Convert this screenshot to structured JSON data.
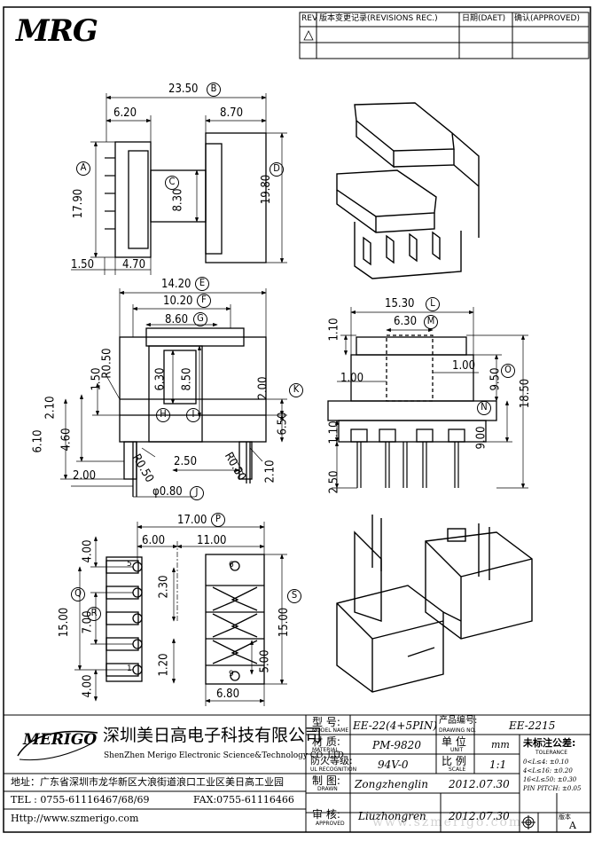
{
  "logo": {
    "text": "MRG"
  },
  "revision_block": {
    "rev_label": "REV",
    "record_label": "版本变更记录(REVISIONS REC.)",
    "date_label": "日期(DAET)",
    "approved_label": "确认(APPROVED)"
  },
  "dims": {
    "top": [
      "23.50",
      "6.20",
      "8.70",
      "17.90",
      "8.30",
      "19.80",
      "1.50",
      "4.70"
    ],
    "front": [
      "14.20",
      "10.20",
      "8.60",
      "R0.50",
      "1.50",
      "6.30",
      "8.50",
      "2.00",
      "2.10",
      "6.50",
      "4.60",
      "6.10",
      "2.00",
      "R0.50",
      "2.50",
      "R0.30",
      "2.10",
      "φ0.80"
    ],
    "side": [
      "15.30",
      "6.30",
      "1.10",
      "1.00",
      "1.00",
      "9.50",
      "18.50",
      "1.10",
      "9.00",
      "2.50"
    ],
    "bottom": [
      "17.00",
      "6.00",
      "11.00",
      "4.00",
      "2.30",
      "15.00",
      "7.00",
      "15.00",
      "1.20",
      "5.00",
      "4.00",
      "6.80"
    ]
  },
  "markers": [
    "B",
    "A",
    "C",
    "D",
    "E",
    "F",
    "G",
    "H",
    "I",
    "J",
    "K",
    "L",
    "M",
    "N",
    "O",
    "P",
    "Q",
    "R",
    "S"
  ],
  "pin_numbers": [
    "5",
    "1",
    "6",
    "9"
  ],
  "company": {
    "logo": "MERIGO",
    "name_cn": "深圳美日高电子科技有限公司",
    "name_en": "ShenZhen Merigo Electronic Science&Technology CO.,LTD",
    "address": "地址：广东省深圳市龙华新区大浪街道浪口工业区美日高工业园",
    "tel": "TEL : 0755-61116467/68/69",
    "fax": "FAX:0755-61116466",
    "web": "Http://www.szmerigo.com"
  },
  "title_block": {
    "model_cn": "型 号:",
    "model_en": "MODEL NAME",
    "model_value": "EE-22(4+5PIN)",
    "drawing_no_cn": "产品编号:",
    "drawing_no_en": "DRAWING NO.",
    "drawing_no_value": "EE-2215",
    "material_cn": "材 质:",
    "material_en": "MATERIAL",
    "material_value": "PM-9820",
    "unit_cn": "单 位",
    "unit_en": "UNIT",
    "unit_value": "mm",
    "fire_cn": "防火等级:",
    "fire_en": "UL RECOGNITION",
    "fire_value": "94V-0",
    "scale_cn": "比 例",
    "scale_en": "SCALE",
    "scale_value": "1:1",
    "drawn_cn": "制 图:",
    "drawn_en": "DRAWN",
    "drawn_value": "Zongzhenglin",
    "drawn_date": "2012.07.30",
    "approved_cn": "审 核:",
    "approved_en": "APPROVED",
    "approved_value": "Liuzhongren",
    "approved_date": "2012.07.30",
    "tol_cn": "未标注公差:",
    "tol_en": "TOLERANCE",
    "tol_rows": [
      "0<L≤4: ±0.10",
      "4<L≤16: ±0.20",
      "16<L≤50: ±0.30",
      "PIN PITCH: ±0.05"
    ],
    "version_cn": "版本",
    "version_value": "A"
  },
  "watermark": "www.szmerigo.com"
}
